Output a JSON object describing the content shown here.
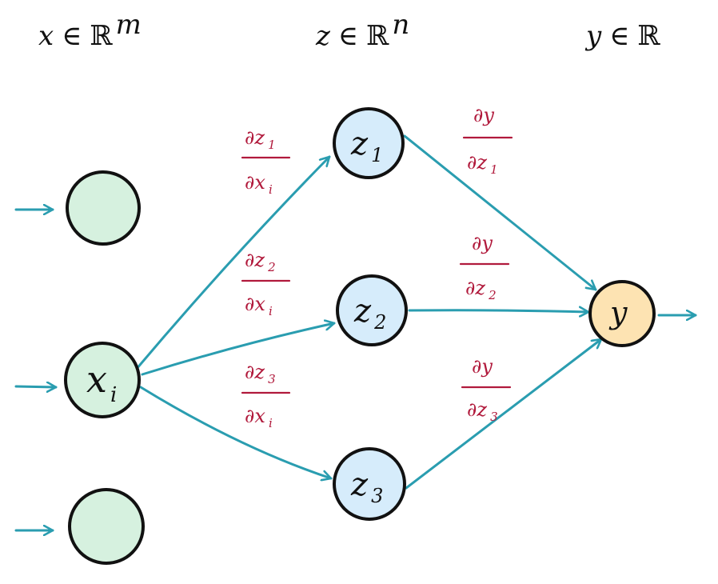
{
  "headers": {
    "input": {
      "var": "x",
      "set": "ℝ",
      "sup": "m"
    },
    "hidden": {
      "var": "z",
      "set": "ℝ",
      "sup": "n"
    },
    "output": {
      "var": "y",
      "set": "ℝ",
      "sup": ""
    },
    "member_symbol": "∈"
  },
  "nodes": {
    "x_i": {
      "main": "x",
      "sub": "i"
    },
    "z1": {
      "main": "z",
      "sub": "1"
    },
    "z2": {
      "main": "z",
      "sub": "2"
    },
    "z3": {
      "main": "z",
      "sub": "3"
    },
    "y": {
      "main": "y",
      "sub": ""
    }
  },
  "derivatives": {
    "dz1_dxi": {
      "num": "∂z",
      "num_sub": "1",
      "den": "∂x",
      "den_sub": "i"
    },
    "dz2_dxi": {
      "num": "∂z",
      "num_sub": "2",
      "den": "∂x",
      "den_sub": "i"
    },
    "dz3_dxi": {
      "num": "∂z",
      "num_sub": "3",
      "den": "∂x",
      "den_sub": "i"
    },
    "dy_dz1": {
      "num": "∂y",
      "num_sub": "",
      "den": "∂z",
      "den_sub": "1"
    },
    "dy_dz2": {
      "num": "∂y",
      "num_sub": "",
      "den": "∂z",
      "den_sub": "2"
    },
    "dy_dz3": {
      "num": "∂y",
      "num_sub": "",
      "den": "∂z",
      "den_sub": "3"
    }
  },
  "colors": {
    "edge": "#2a9db0",
    "derivative_text": "#b11a3c",
    "input_fill": "#d6f1df",
    "hidden_fill": "#d6ecfb",
    "output_fill": "#fde3b2",
    "outline": "#111111"
  }
}
